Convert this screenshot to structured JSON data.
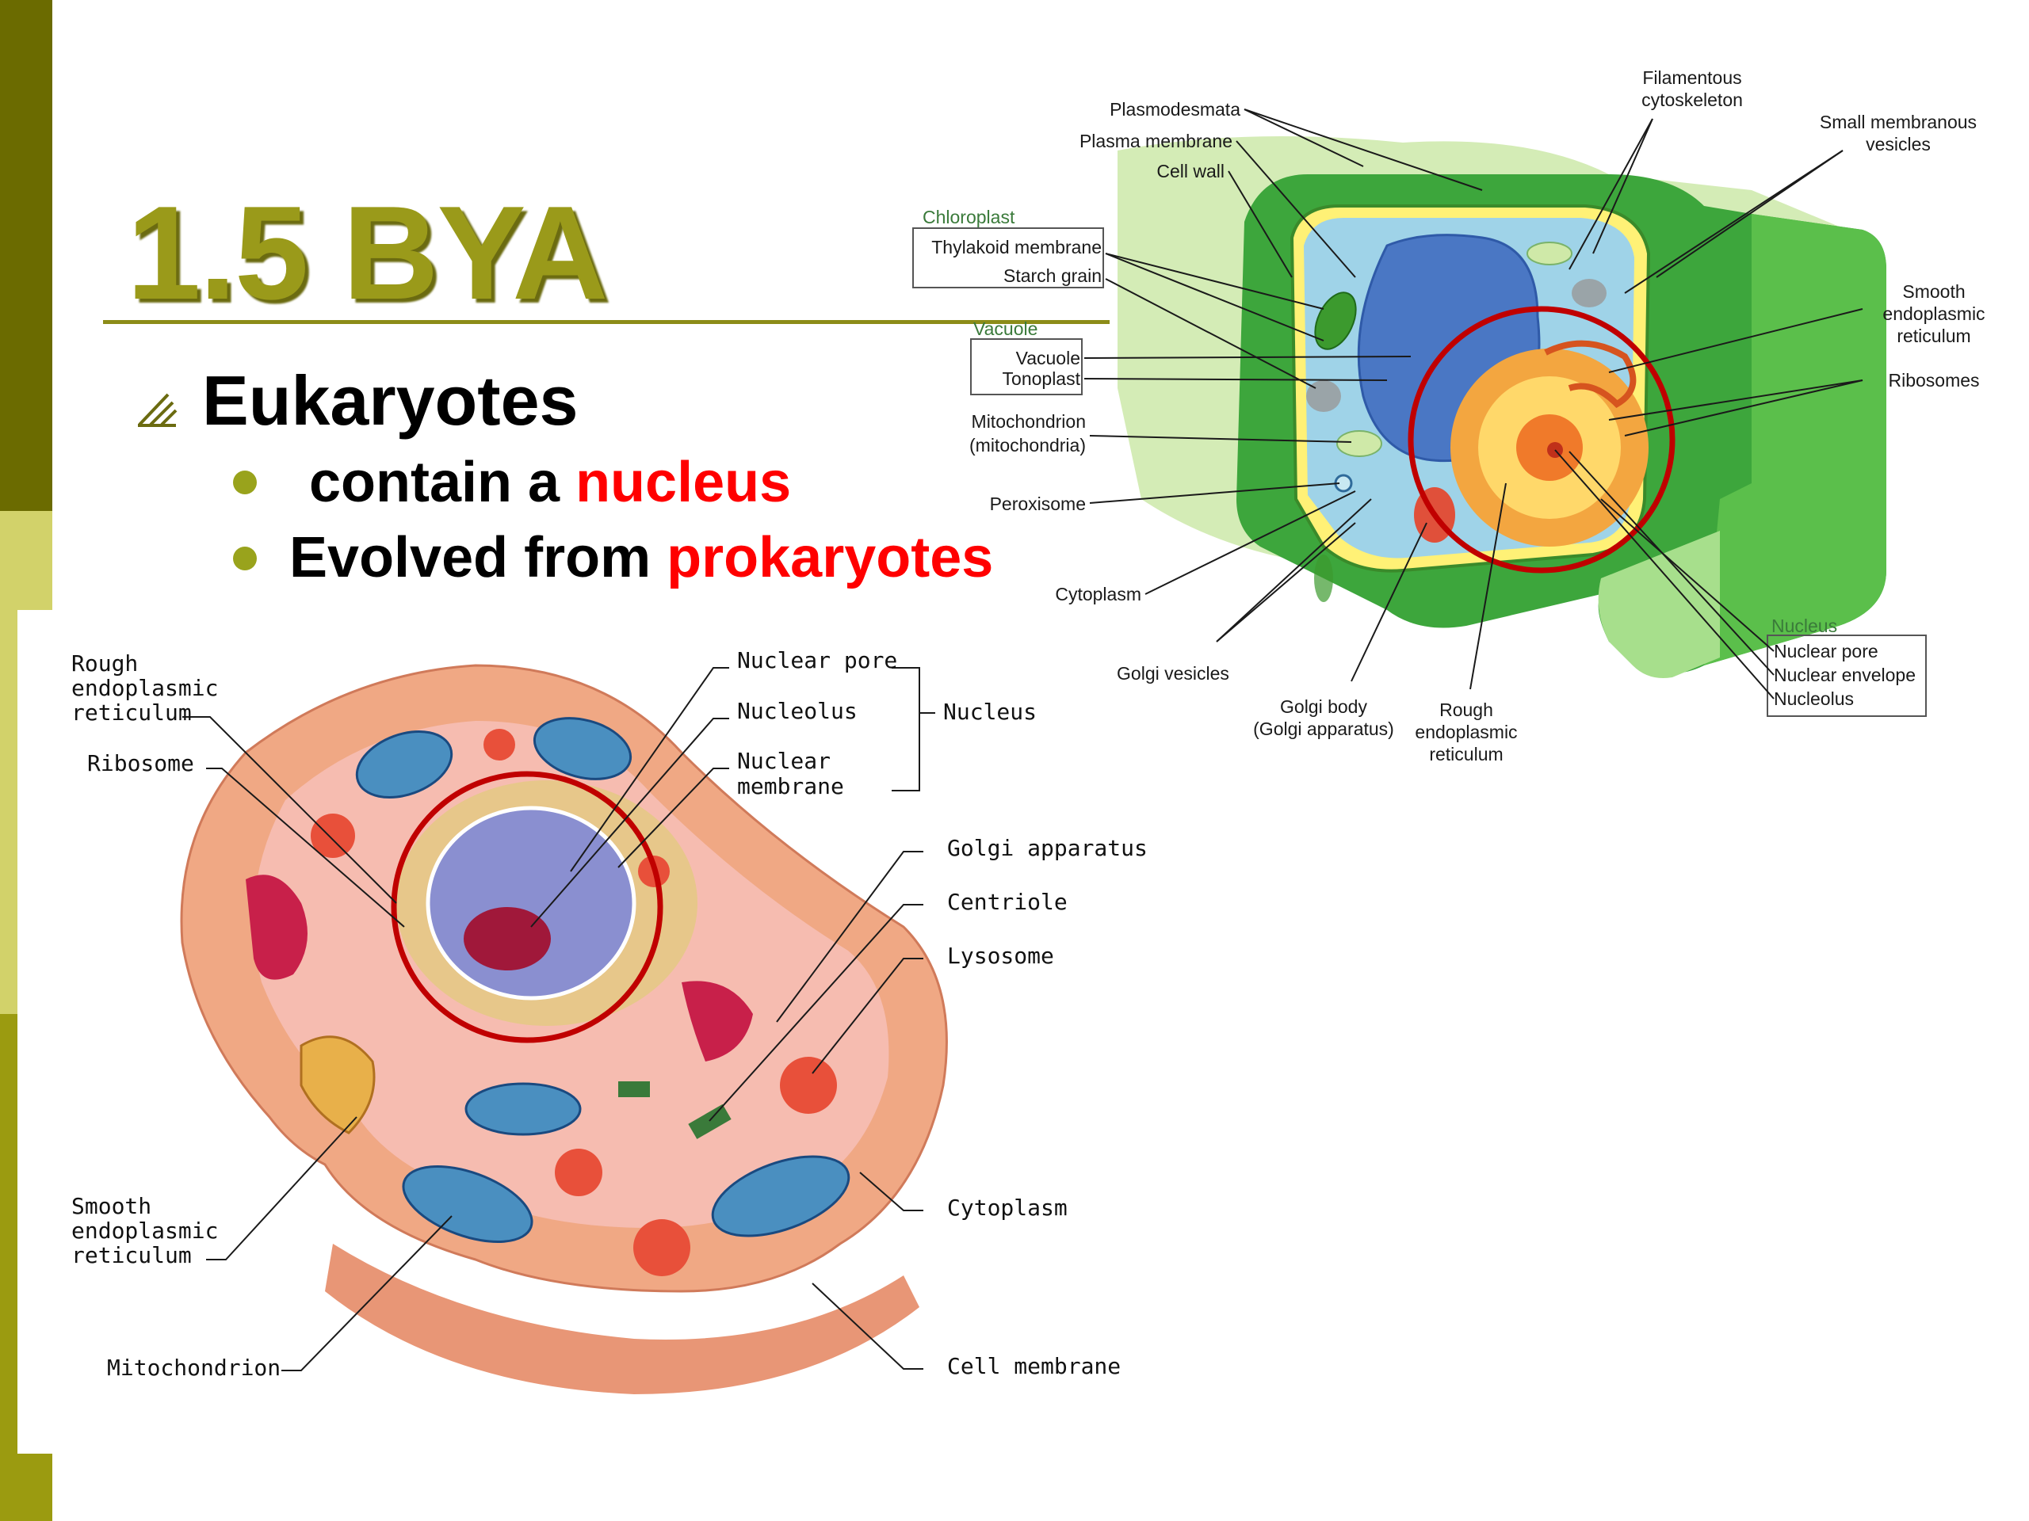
{
  "slide": {
    "title": "1.5 BYA",
    "bullet": "Eukaryotes",
    "sub1_prefix": "contain a",
    "sub1_highlight": "nucleus",
    "sub2_prefix": "Evolved from",
    "sub2_highlight": "prokaryotes"
  },
  "colors": {
    "accent": "#9a9a1a",
    "bar_dark": "#6b6b00",
    "bar_light": "#d7d76a",
    "highlight": "#ff0000",
    "circle": "#c00000"
  },
  "plant_cell": {
    "labels": {
      "plasmodesmata": "Plasmodesmata",
      "plasma_membrane": "Plasma membrane",
      "cell_wall": "Cell wall",
      "chloroplast": "Chloroplast",
      "thylakoid": "Thylakoid membrane",
      "starch": "Starch grain",
      "vacuole_group": "Vacuole",
      "vacuole": "Vacuole",
      "tonoplast": "Tonoplast",
      "mito1": "Mitochondrion",
      "mito2": "(mitochondria)",
      "peroxisome": "Peroxisome",
      "cytoplasm": "Cytoplasm",
      "golgi_vesicles": "Golgi vesicles",
      "golgi_body1": "Golgi body",
      "golgi_body2": "(Golgi apparatus)",
      "rough_er1": "Rough",
      "rough_er2": "endoplasmic",
      "rough_er3": "reticulum",
      "filamentous1": "Filamentous",
      "filamentous2": "cytoskeleton",
      "small_vesicles1": "Small membranous",
      "small_vesicles2": "vesicles",
      "smooth_er1": "Smooth",
      "smooth_er2": "endoplasmic",
      "smooth_er3": "reticulum",
      "ribosomes": "Ribosomes",
      "nucleus_group": "Nucleus",
      "nuclear_pore": "Nuclear pore",
      "nuclear_envelope": "Nuclear envelope",
      "nucleolus": "Nucleolus"
    }
  },
  "animal_cell": {
    "labels": {
      "rough_er1": "Rough",
      "rough_er2": "endoplasmic",
      "rough_er3": "reticulum",
      "ribosome": "Ribosome",
      "nuclear_pore": "Nuclear pore",
      "nucleolus": "Nucleolus",
      "nuclear_membrane1": "Nuclear",
      "nuclear_membrane2": "membrane",
      "nucleus": "Nucleus",
      "golgi": "Golgi apparatus",
      "centriole": "Centriole",
      "lysosome": "Lysosome",
      "cytoplasm": "Cytoplasm",
      "cell_membrane": "Cell membrane",
      "smooth_er1": "Smooth",
      "smooth_er2": "endoplasmic",
      "smooth_er3": "reticulum",
      "mitochondrion": "Mitochondrion"
    }
  }
}
